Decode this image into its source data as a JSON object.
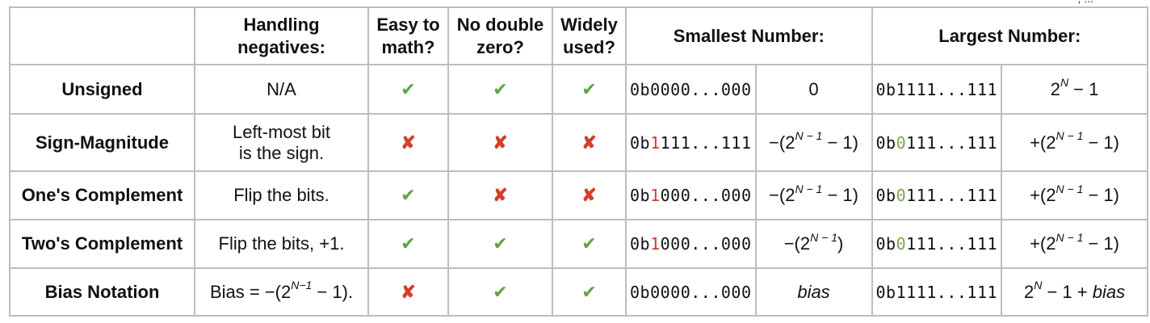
{
  "top_clip_text": ", ...",
  "headers": {
    "handling": "Handling negatives:",
    "easy": "Easy to math?",
    "nodouble": "No double zero?",
    "widely": "Widely used?",
    "smallest": "Smallest Number:",
    "largest": "Largest Number:"
  },
  "marks": {
    "check": "✔",
    "cross": "✘"
  },
  "rows": [
    {
      "name": "Unsigned",
      "handling": "N/A",
      "easy": "check",
      "nodouble": "check",
      "widely": "check",
      "small_bin": {
        "pre": "0b",
        "hl": "",
        "post": "0000...000"
      },
      "small_val": "0",
      "large_bin": {
        "pre": "0b",
        "hl": "",
        "post": "1111...111"
      },
      "large_val": "2^N − 1"
    },
    {
      "name": "Sign-Magnitude",
      "handling_line1": "Left-most bit",
      "handling_line2": "is the sign.",
      "easy": "cross",
      "nodouble": "cross",
      "widely": "cross",
      "small_bin": {
        "pre": "0b",
        "hl": "1",
        "post": "111...111"
      },
      "small_val": "−(2^(N − 1) − 1)",
      "large_bin": {
        "pre": "0b",
        "hl": "0",
        "post": "111...111"
      },
      "large_val": "+(2^(N − 1) − 1)"
    },
    {
      "name": "One's Complement",
      "handling": "Flip the bits.",
      "easy": "check",
      "nodouble": "cross",
      "widely": "cross",
      "small_bin": {
        "pre": "0b",
        "hl": "1",
        "post": "000...000"
      },
      "small_val": "−(2^(N − 1) − 1)",
      "large_bin": {
        "pre": "0b",
        "hl": "0",
        "post": "111...111"
      },
      "large_val": "+(2^(N − 1) − 1)"
    },
    {
      "name": "Two's Complement",
      "handling": "Flip the bits, +1.",
      "easy": "check",
      "nodouble": "check",
      "widely": "check",
      "small_bin": {
        "pre": "0b",
        "hl": "1",
        "post": "000...000"
      },
      "small_val": "−(2^(N − 1))",
      "large_bin": {
        "pre": "0b",
        "hl": "0",
        "post": "111...111"
      },
      "large_val": "+(2^(N − 1) − 1)"
    },
    {
      "name": "Bias Notation",
      "handling": "Bias = −(2^(N−1) − 1).",
      "easy": "cross",
      "nodouble": "check",
      "widely": "check",
      "small_bin": {
        "pre": "0b",
        "hl": "",
        "post": "0000...000"
      },
      "small_val": "bias",
      "large_bin": {
        "pre": "0b",
        "hl": "",
        "post": "1111...111"
      },
      "large_val": "2^N − 1 + bias"
    }
  ]
}
